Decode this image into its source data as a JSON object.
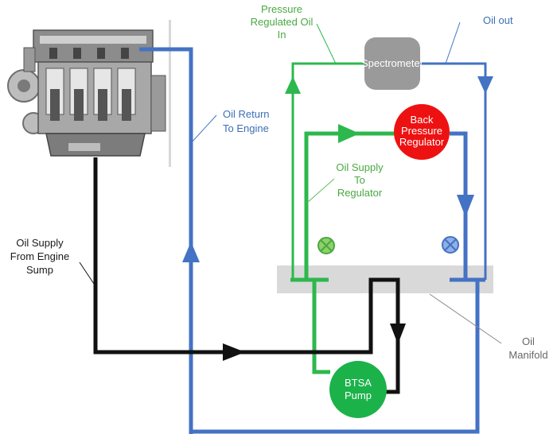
{
  "colors": {
    "blue": "#4472c4",
    "green": "#2db84d",
    "light_green": "#5fbf5f",
    "black": "#111111",
    "red": "#ee1111",
    "manifold": "#d9d9d9",
    "spectrometer": "#9a9a9a",
    "pump": "#1bb24a"
  },
  "components": {
    "spectrometer": "Spectrometer",
    "regulator": [
      "Back",
      "Pressure",
      "Regulator"
    ],
    "pump": [
      "BTSA",
      "Pump"
    ]
  },
  "labels": {
    "pressure_regulated": [
      "Pressure",
      "Regulated Oil",
      "In"
    ],
    "oil_out": "Oil out",
    "oil_return": [
      "Oil Return",
      "To Engine"
    ],
    "oil_supply_regulator": [
      "Oil Supply",
      "To",
      "Regulator"
    ],
    "oil_supply_sump": [
      "Oil Supply",
      "From Engine",
      "Sump"
    ],
    "oil_manifold": [
      "Oil",
      "Manifold"
    ]
  },
  "icons": {
    "engine": "engine-icon",
    "valve_green": "valve-open-icon",
    "valve_blue": "valve-open-icon"
  }
}
